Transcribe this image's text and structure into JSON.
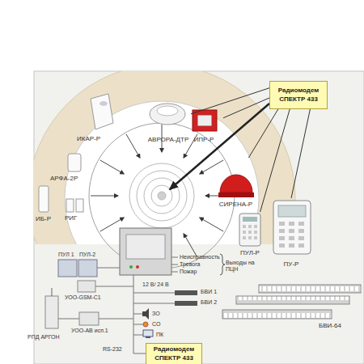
{
  "diagram": {
    "nodes": [
      {
        "text": [
          "Радиомодем СПЕКТР 433"
        ]
      },
      {
        "text": [
          "АВРОРА-ДТР"
        ]
      },
      {
        "text": [
          "ИПР-Р"
        ]
      },
      {
        "text": [
          "СИРЕНА-Р"
        ]
      },
      {
        "text": [
          "ПУЛ-Р"
        ]
      },
      {
        "text": [
          "ПУ-Р"
        ]
      },
      {
        "text": [
          "Радиомодем СПЕКТР 433"
        ]
      }
    ],
    "edges": [
      {
        "from": 0,
        "to": 1,
        "arrow": "none"
      },
      {
        "from": 0,
        "to": 2,
        "arrow": "none"
      },
      {
        "from": 0,
        "to": 3,
        "arrow": "none"
      },
      {
        "from": 0,
        "to": 4,
        "arrow": "none"
      },
      {
        "from": 0,
        "to": 5,
        "arrow": "none"
      }
    ],
    "labels": [
      "ИКАР-Р",
      "АРФА-2Р",
      "ИБ-Р",
      "РИГ",
      "ПУЛ 1",
      "ПУЛ-2",
      "Неисправность",
      "Тревога",
      "Пожар",
      "Выходы на ПЦН",
      "12 В/ 24 В",
      "БВИ 1",
      "БВИ 2",
      "ЗО",
      "СО",
      "УОО-GSM-C1",
      "БВИ-64",
      "РПД АРГОН",
      "УОО-АВ исп.1",
      "RS-232",
      "ПК"
    ]
  }
}
